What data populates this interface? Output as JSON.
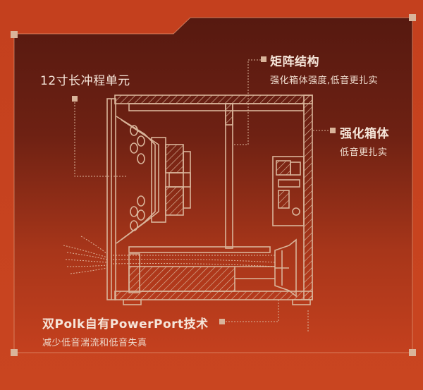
{
  "colors": {
    "background_outer": "#c8421f",
    "panel_top": "#5a1a10",
    "panel_bottom": "#c4401e",
    "line_art": "#d9b49a",
    "text": "#f6e6da"
  },
  "labels": {
    "driver": {
      "title": "12寸长冲程单元"
    },
    "matrix": {
      "title": "矩阵结构",
      "subtitle": "强化箱体强度,低音更扎实"
    },
    "enclosure": {
      "title": "强化箱体",
      "subtitle": "低音更扎实"
    },
    "powerport": {
      "title": "双Polk自有PowerPort技术",
      "subtitle": "减少低音湍流和低音失真"
    }
  },
  "icons": {
    "marker": "square-marker-icon",
    "diagram": "subwoofer-cross-section-diagram"
  }
}
